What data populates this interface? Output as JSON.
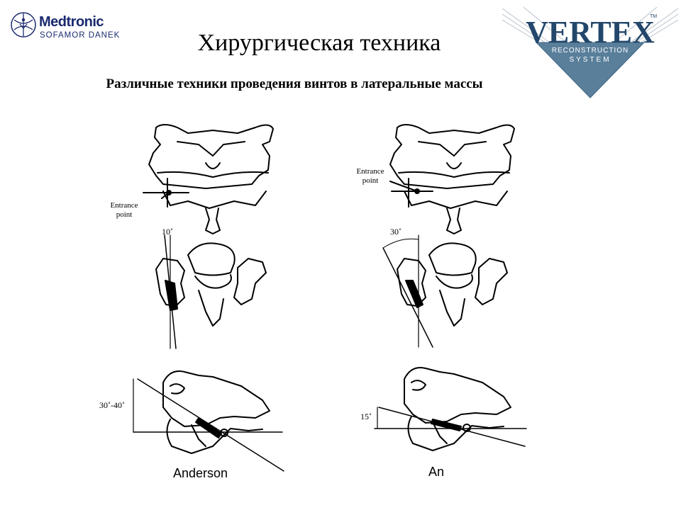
{
  "header": {
    "brand_name": "Medtronic",
    "brand_sub": "SOFAMOR DANEK",
    "vertex_word": "VERTEX",
    "vertex_tm": "TM",
    "vertex_line1": "RECONSTRUCTION",
    "vertex_line2": "SYSTEM"
  },
  "slide": {
    "title": "Хирургическая  техника",
    "subtitle": "Различные техники проведения винтов в латеральные массы"
  },
  "figure": {
    "left_entrance": "Entrance\npoint",
    "right_entrance": "Entrance\npoint",
    "left_angle_top": "10˚",
    "right_angle_top": "30˚",
    "left_angle_side": "30˚-40˚",
    "right_angle_side": "15˚",
    "left_caption": "Anderson",
    "right_caption": "An"
  },
  "colors": {
    "brand_blue": "#1a2a6e",
    "vertex_blue": "#23476b",
    "vertex_triangle": "#5a7f9b"
  }
}
